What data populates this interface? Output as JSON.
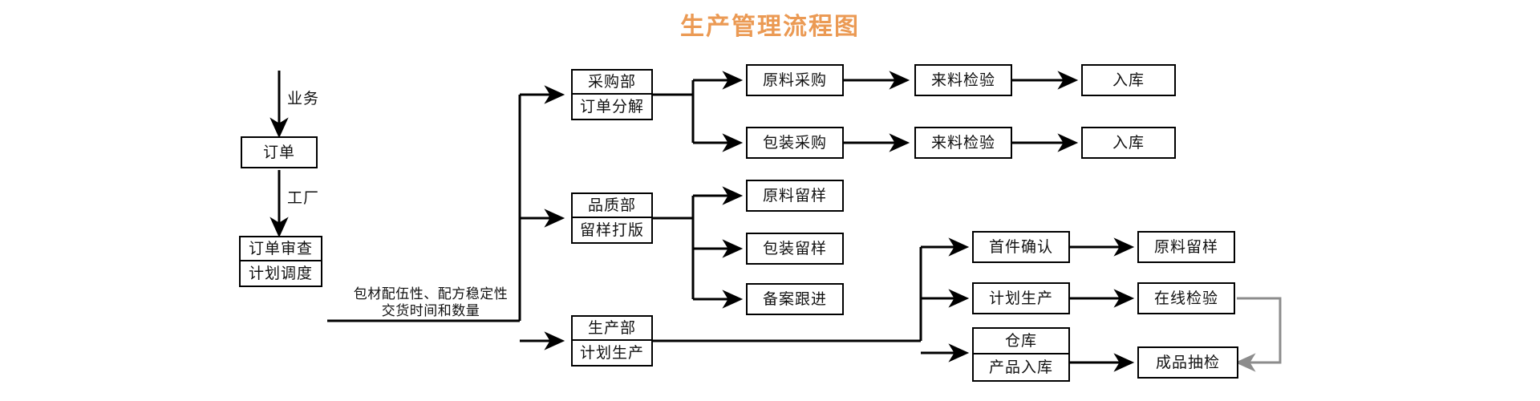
{
  "title": "生产管理流程图",
  "colors": {
    "title": "#eb9a54",
    "stroke": "#000000",
    "feedback_stroke": "#8c8c8c",
    "background": "#ffffff"
  },
  "edge_labels": {
    "business": "业务",
    "factory": "工厂"
  },
  "note": "包材配伍性、配方稳定性\n交货时间和数量",
  "nodes": {
    "order": {
      "line1": "订单"
    },
    "order_review": {
      "line1": "订单审查",
      "line2": "计划调度"
    },
    "purchasing_dept": {
      "line1": "采购部",
      "line2": "订单分解"
    },
    "quality_dept": {
      "line1": "品质部",
      "line2": "留样打版"
    },
    "production_dept": {
      "line1": "生产部",
      "line2": "计划生产"
    },
    "material_purchase": {
      "line1": "原料采购"
    },
    "material_incoming_check": {
      "line1": "来料检验"
    },
    "material_warehouse_in": {
      "line1": "入库"
    },
    "package_purchase": {
      "line1": "包装采购"
    },
    "package_incoming_check": {
      "line1": "来料检验"
    },
    "package_warehouse_in": {
      "line1": "入库"
    },
    "material_retain_sample": {
      "line1": "原料留样"
    },
    "package_retain_sample": {
      "line1": "包装留样"
    },
    "filing_followup": {
      "line1": "备案跟进"
    },
    "first_article_confirm": {
      "line1": "首件确认"
    },
    "first_article_retain_sample": {
      "line1": "原料留样"
    },
    "plan_production": {
      "line1": "计划生产"
    },
    "online_inspection": {
      "line1": "在线检验"
    },
    "warehouse": {
      "line1": "仓库",
      "line2": "产品入库"
    },
    "finished_sampling": {
      "line1": "成品抽检"
    }
  }
}
